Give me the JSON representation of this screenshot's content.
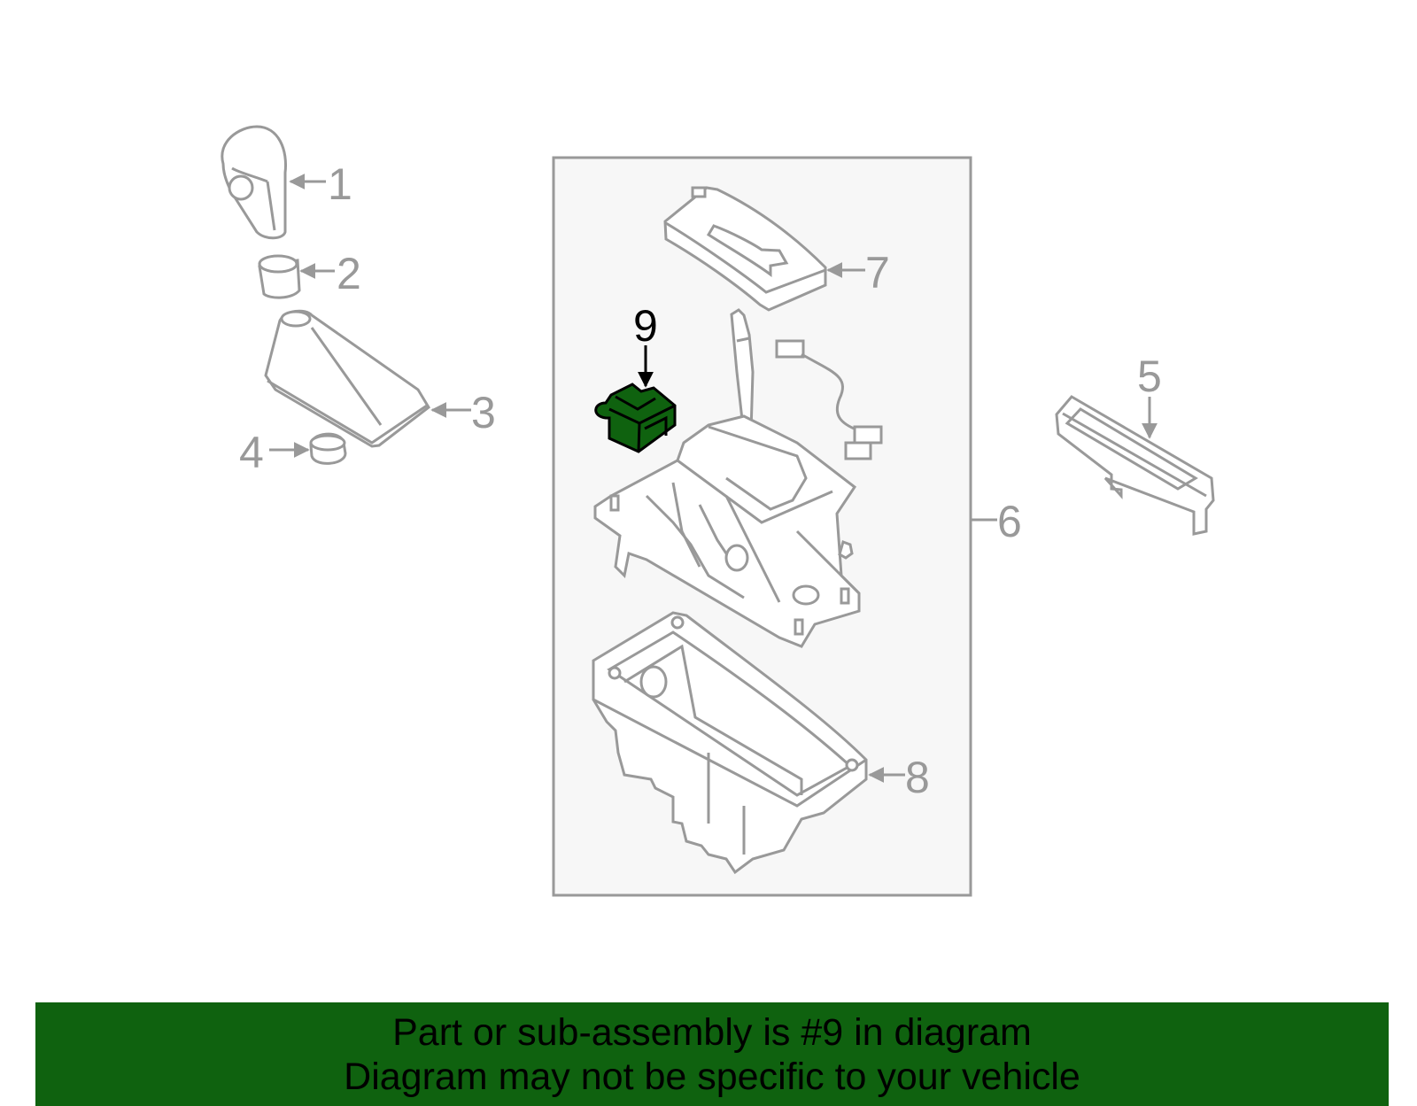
{
  "diagram": {
    "callouts": {
      "c1": "1",
      "c2": "2",
      "c3": "3",
      "c4": "4",
      "c5": "5",
      "c6": "6",
      "c7": "7",
      "c8": "8",
      "c9": "9"
    },
    "highlighted_part": "9",
    "colors": {
      "line": "#999999",
      "panel": "#f7f7f7",
      "highlight_fill": "#0f620f",
      "banner": "#0f620f"
    }
  },
  "banner": {
    "line1": "Part or sub-assembly is #9 in diagram",
    "line2": "Diagram may not be specific to your vehicle"
  }
}
